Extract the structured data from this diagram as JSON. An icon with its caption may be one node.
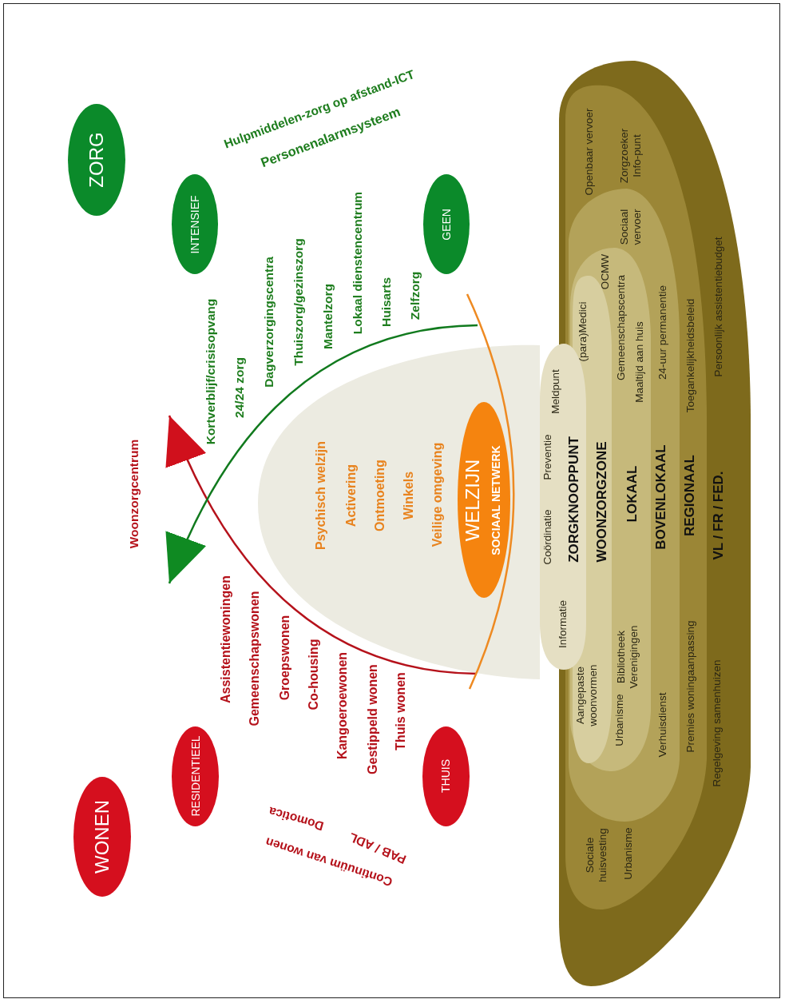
{
  "diagram": {
    "nodes": [
      {
        "text": [
          "ZORG"
        ]
      },
      {
        "text": [
          "INTENSIEF"
        ]
      },
      {
        "text": [
          "GEEN"
        ]
      },
      {
        "text": [
          "Psychisch welzijn",
          "Activering",
          "Ontmoeting",
          "Winkels",
          "Veilige omgeving"
        ]
      },
      {
        "text": [
          "WELZIJN",
          "SOCIAAL NETWERK"
        ],
        "in": 3
      },
      {
        "text": [
          "Persoonlijk assistentiebudget",
          "VL / FR / FED.",
          "Regelgeving samenhuizen"
        ]
      },
      {
        "text": [
          "Openbaar vervoer",
          "Zorgzoeker Info-punt",
          "Toegankelijkheidsbeleid",
          "REGIONAAL",
          "Premies woningaanpassing",
          "Sociale huisvesting",
          "Urbanisme"
        ],
        "in": 5
      },
      {
        "text": [
          "Sociaal vervoer",
          "24-uur permanentie",
          "BOVENLOKAAL",
          "Verhuisdienst"
        ],
        "in": 6
      },
      {
        "text": [
          "OCMW",
          "Gemeenschapscentra",
          "Maaltijd aan huis",
          "LOKAAL",
          "Bibliotheek Verenigingen",
          "Urbanisme"
        ],
        "in": 7
      },
      {
        "text": [
          "(para)Medici",
          "WOONZORGZONE",
          "Aangepaste woonvormen"
        ],
        "in": 8
      },
      {
        "text": [
          "Meldpunt",
          "Preventie",
          "ZORGKNOOPPUNT",
          "Coördinatie",
          "Informatie"
        ]
      },
      {
        "text": [
          "RESIDENTIEEL"
        ]
      },
      {
        "text": [
          "THUIS"
        ]
      },
      {
        "text": [
          "WONEN"
        ]
      }
    ],
    "labels": [
      "Hulpmiddelen-zorg op afstand-ICT",
      "Personenalarmsysteem",
      "Kortverblijf/crisisopvang",
      "24/24 zorg",
      "Dagverzorgingscentra",
      "Thuiszorg/gezinszorg",
      "Mantelzorg",
      "Lokaal dienstencentrum",
      "Huisarts",
      "Zelfzorg",
      "Woonzorgcentrum",
      "Assistentiewoningen",
      "Gemeenschapswonen",
      "Groepswonen",
      "Co-housing",
      "Kangoeroewonen",
      "Gestippeld wonen",
      "Thuis wonen",
      "Domotica",
      "PAB / ADL",
      "Continuüm van wonen"
    ]
  }
}
